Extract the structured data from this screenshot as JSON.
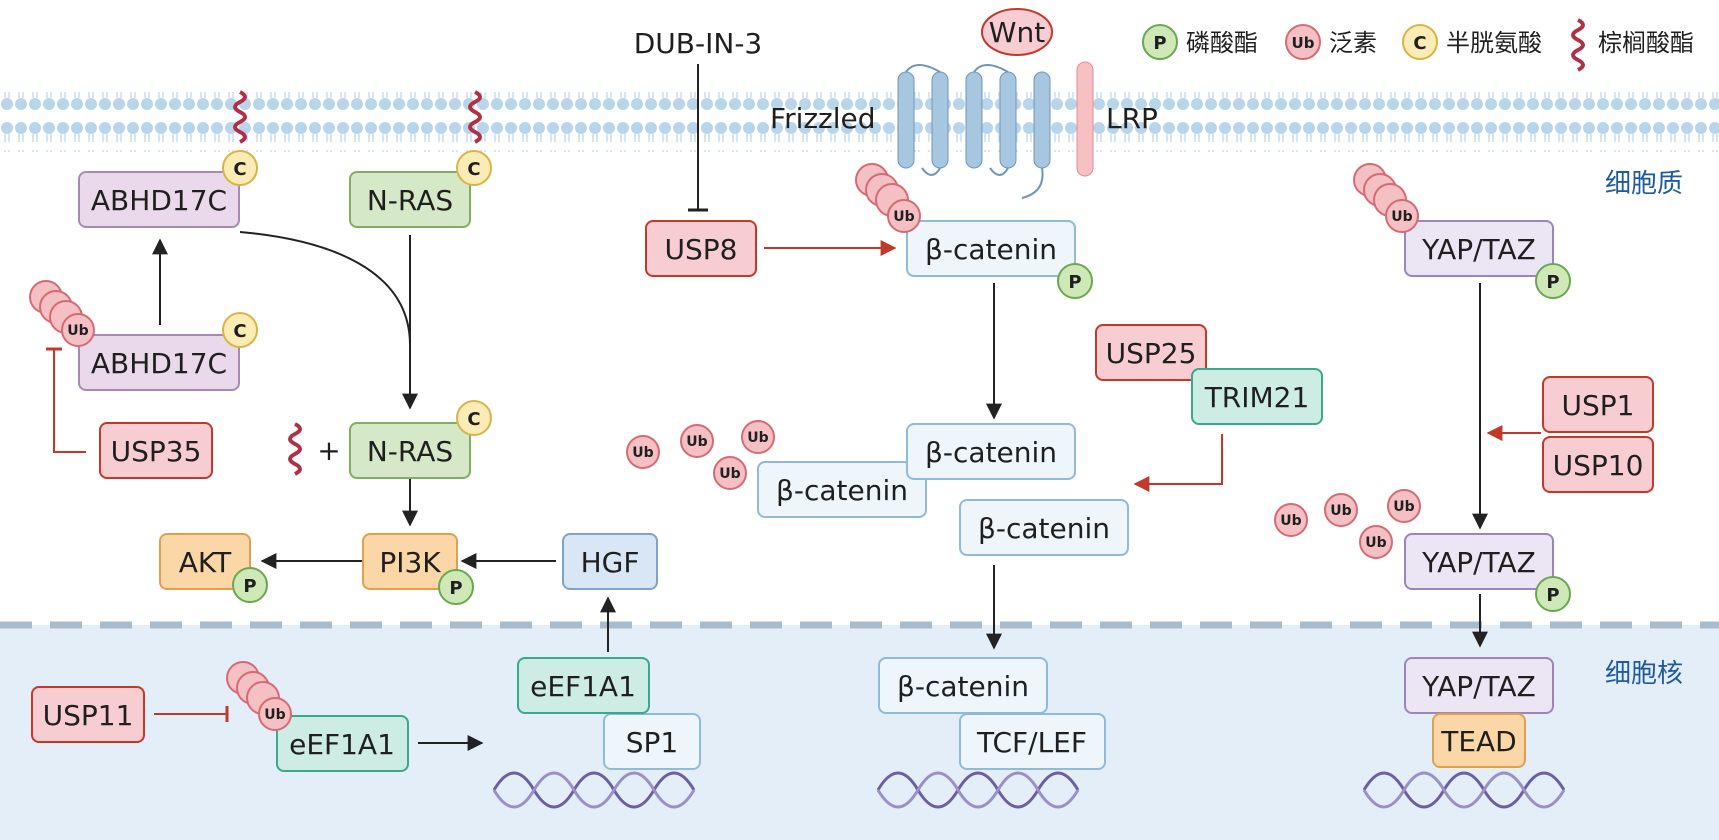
{
  "legend": {
    "phosphate_symbol": "P",
    "phosphate": "磷酸酯",
    "ubiquitin_symbol": "Ub",
    "ubiquitin": "泛素",
    "cysteine_symbol": "C",
    "cysteine": "半胱氨酸",
    "palmitate": "棕榈酸酯"
  },
  "regions": {
    "cytoplasm": "细胞质",
    "nucleus": "细胞核"
  },
  "membrane": {
    "frizzled": "Frizzled",
    "lrp": "LRP",
    "wnt": "Wnt",
    "inhibitor": "DUB-IN-3"
  },
  "nodes": {
    "abhd17c_top": "ABHD17C",
    "abhd17c_bottom": "ABHD17C",
    "nras_top": "N-RAS",
    "nras_mid": "N-RAS",
    "plus": "+",
    "usp35": "USP35",
    "akt": "AKT",
    "pi3k": "PI3K",
    "hgf": "HGF",
    "usp8": "USP8",
    "bcat_1": "β-catenin",
    "bcat_2": "β-catenin",
    "bcat_3": "β-catenin",
    "bcat_4": "β-catenin",
    "bcat_5": "β-catenin",
    "usp25": "USP25",
    "trim21": "TRIM21",
    "yap_1": "YAP/TAZ",
    "yap_2": "YAP/TAZ",
    "yap_3": "YAP/TAZ",
    "usp1": "USP1",
    "usp10": "USP10",
    "usp11": "USP11",
    "eef1a1_left": "eEF1A1",
    "eef1a1_right": "eEF1A1",
    "sp1": "SP1",
    "tcf_lef": "TCF/LEF",
    "tead": "TEAD"
  },
  "colors": {
    "usp_fill": "#f7cdd1",
    "usp_stroke": "#c0392b",
    "abhd_fill": "#ead9ea",
    "abhd_stroke": "#a889b5",
    "ras_fill": "#d5e9c8",
    "ras_stroke": "#7fae62",
    "akt_fill": "#fbd7a8",
    "akt_stroke": "#e0a050",
    "hgf_fill": "#d9e6f5",
    "hgf_stroke": "#7fa3c9",
    "bcat_fill": "#eef6fb",
    "bcat_stroke": "#8fbad8",
    "teal_fill": "#cdece3",
    "teal_stroke": "#3aa88a",
    "yap_fill": "#ece5f4",
    "yap_stroke": "#9a86bd",
    "membrane": "#b7d3ea",
    "nucleus_bg": "#e4eef8",
    "ub_fill": "#f4c0c3",
    "p_fill": "#cfe8b8",
    "c_fill": "#fbebb5"
  }
}
